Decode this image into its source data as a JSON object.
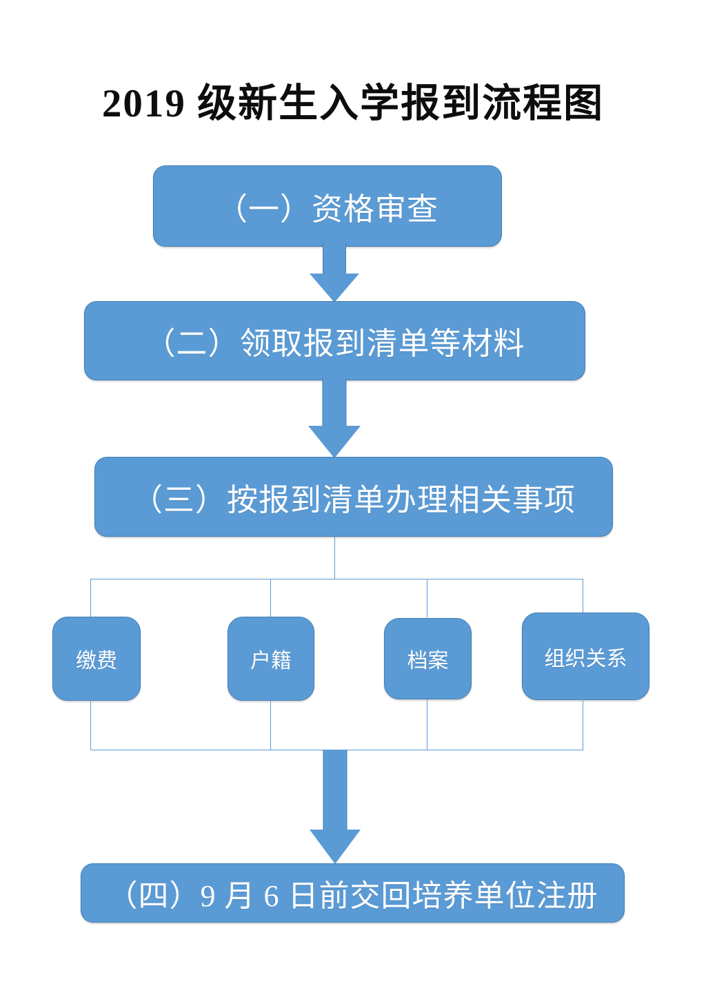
{
  "page": {
    "title": "2019 级新生入学报到流程图",
    "background_color": "#FFFFFF",
    "accent_color": "#5B9BD5",
    "border_color": "#3E7CB1",
    "text_color": "#FFFFFF",
    "title_color": "#0D0D0D"
  },
  "flowchart": {
    "type": "flowchart",
    "orientation": "top-to-bottom",
    "steps": [
      {
        "id": "step1",
        "label": "（一）资格审查"
      },
      {
        "id": "step2",
        "label": "（二）领取报到清单等材料"
      },
      {
        "id": "step3",
        "label": "（三）按报到清单办理相关事项"
      },
      {
        "id": "step4",
        "label": "（四）9 月 6 日前交回培养单位注册"
      }
    ],
    "substeps": [
      {
        "id": "sub1",
        "label": "缴费"
      },
      {
        "id": "sub2",
        "label": "户籍"
      },
      {
        "id": "sub3",
        "label": "档案"
      },
      {
        "id": "sub4",
        "label": "组织关系"
      }
    ],
    "connectors": [
      {
        "id": "arrow-1",
        "kind": "block-arrow-down",
        "from": "step1",
        "to": "step2"
      },
      {
        "id": "arrow-2",
        "kind": "block-arrow-down",
        "from": "step2",
        "to": "step3"
      },
      {
        "id": "tree-top",
        "kind": "branch-split",
        "from": "step3",
        "to": [
          "sub1",
          "sub2",
          "sub3",
          "sub4"
        ]
      },
      {
        "id": "tree-bottom",
        "kind": "branch-merge",
        "from": [
          "sub1",
          "sub2",
          "sub3",
          "sub4"
        ],
        "to": "arrow-3"
      },
      {
        "id": "arrow-3",
        "kind": "block-arrow-down",
        "from": "tree-bottom",
        "to": "step4"
      }
    ]
  }
}
